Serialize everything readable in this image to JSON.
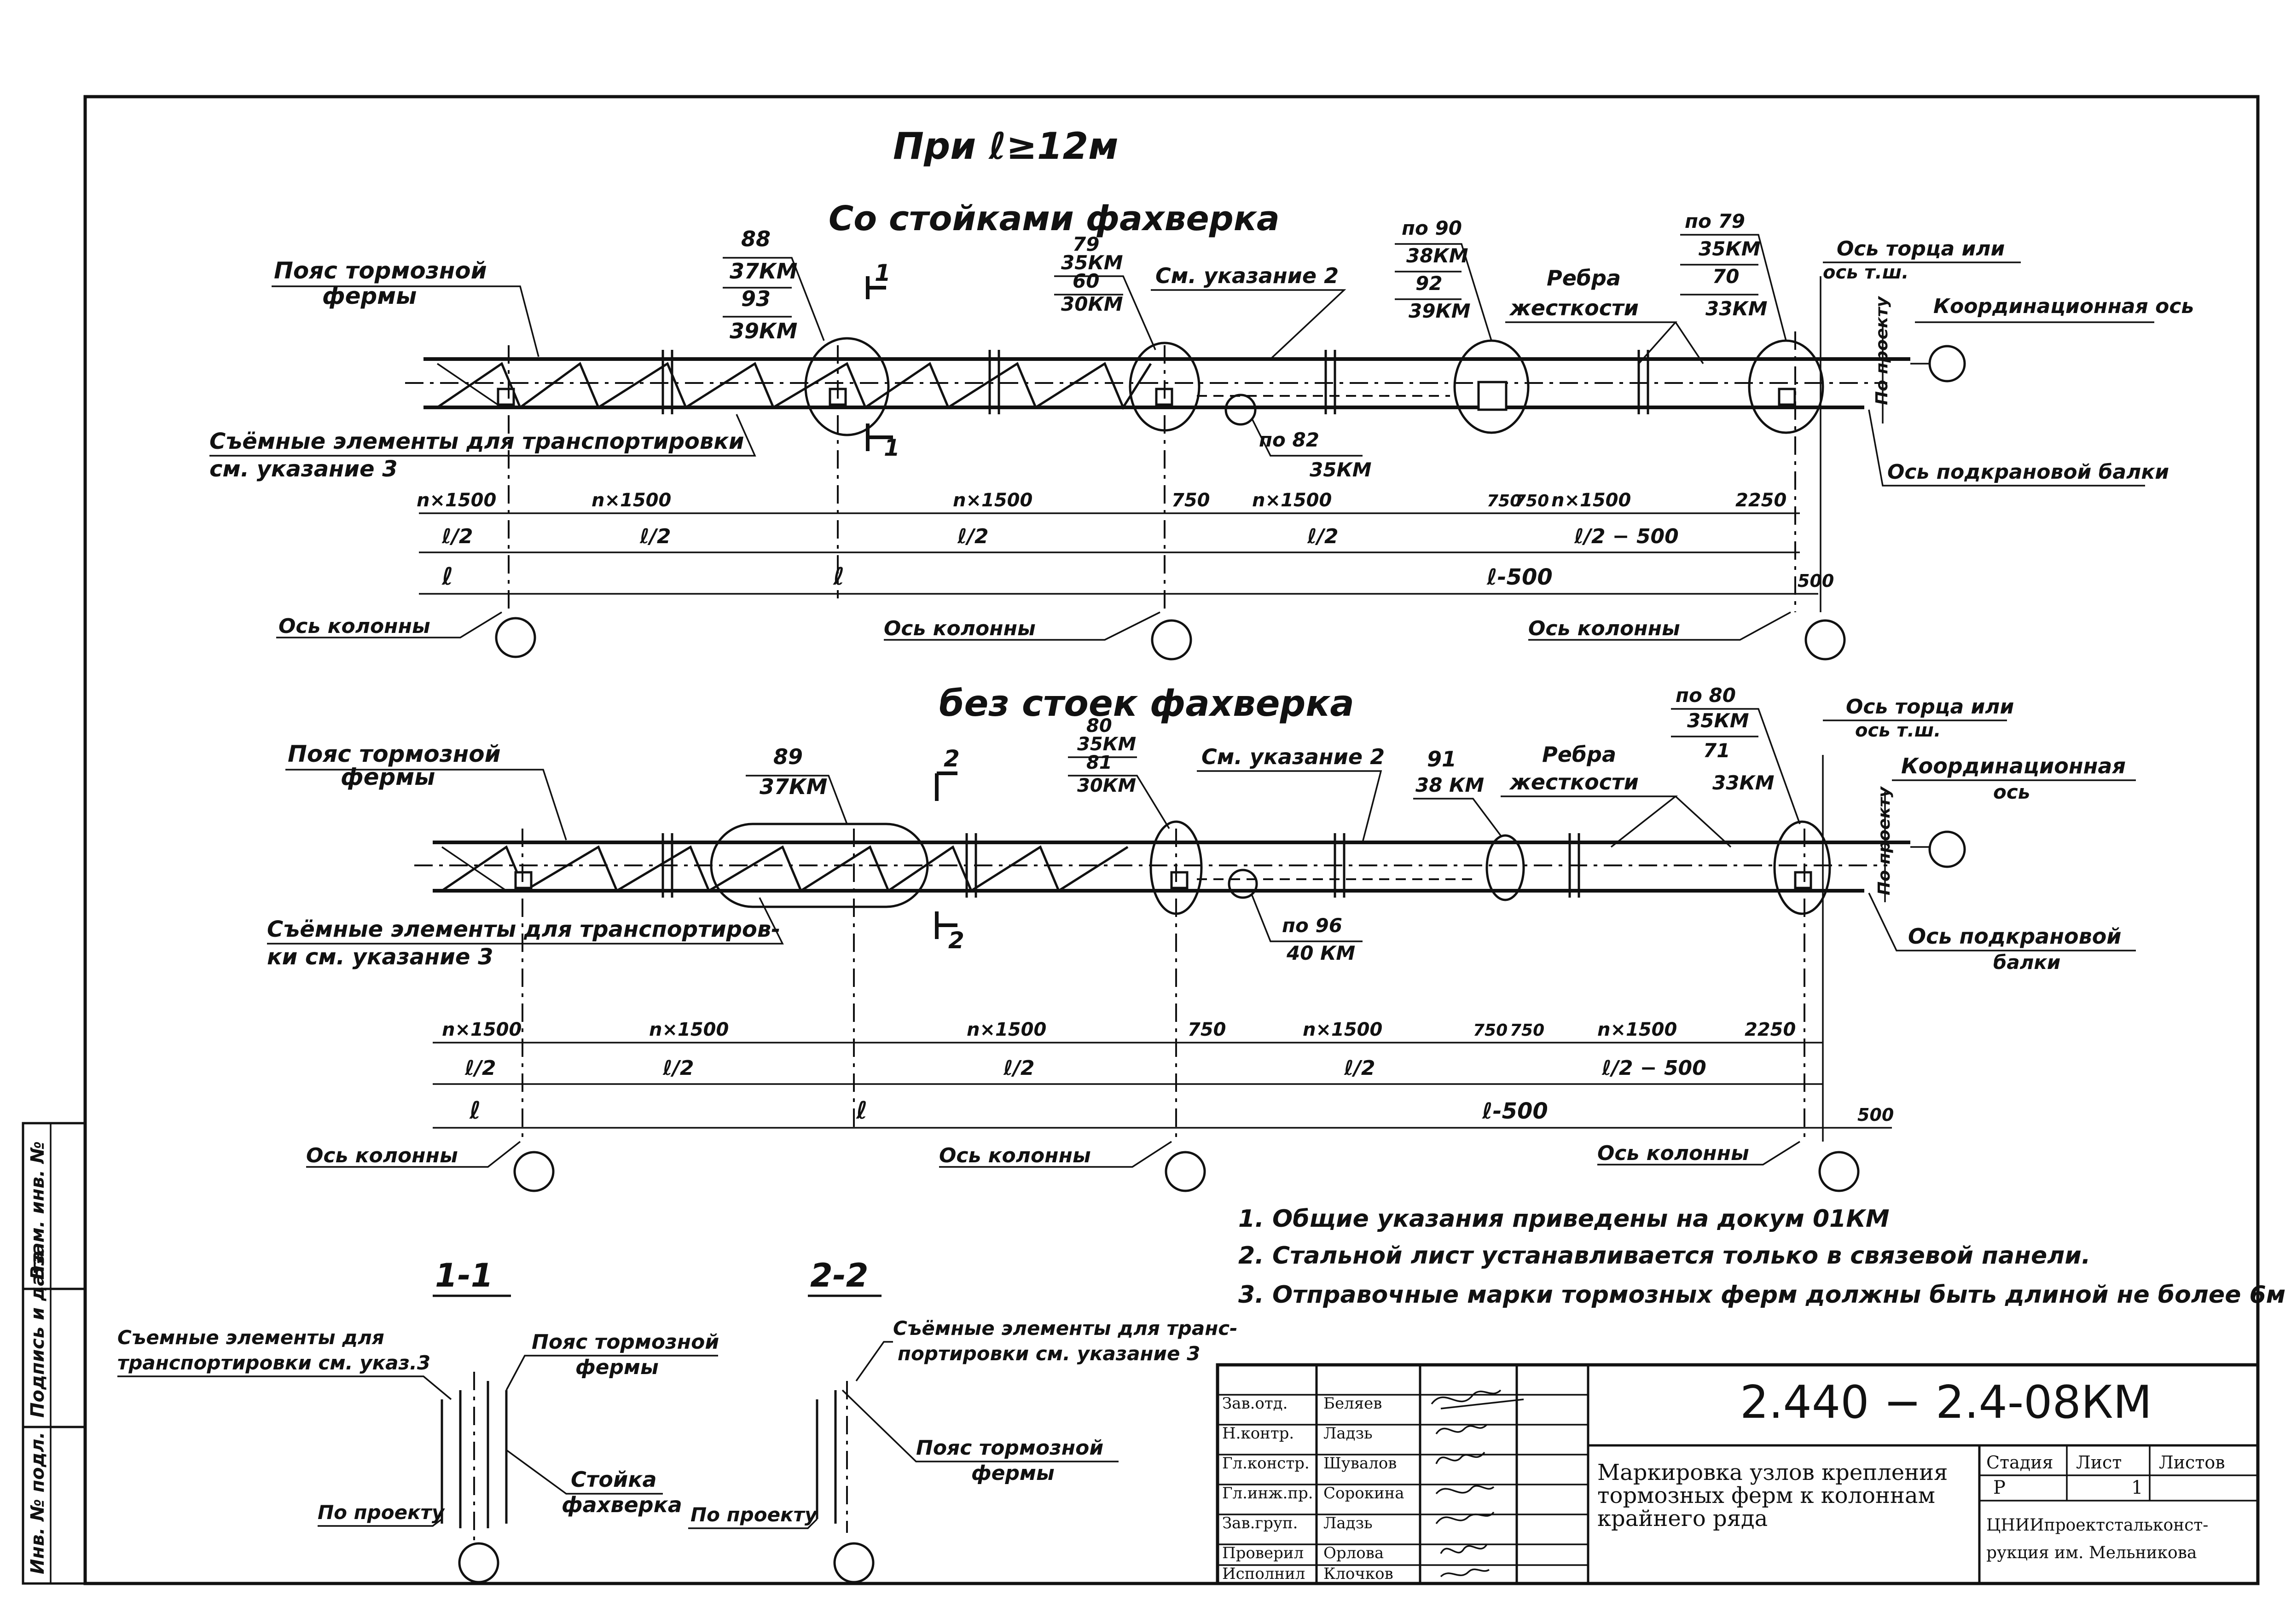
{
  "header": {
    "condition": "При ℓ≥12м"
  },
  "view_top": {
    "title": "Со стойками фахверка",
    "chord_label_line1": "Пояс тормозной",
    "chord_label_line2": "фермы",
    "removable_line1": "Съёмные элементы для транспортировки",
    "removable_line2": "см. указание 3",
    "node_a_1": "88",
    "node_a_2": "37КМ",
    "node_a_3": "93",
    "node_a_4": "39КМ",
    "node_b_1": "79",
    "node_b_2": "35КМ",
    "node_b_3": "60",
    "node_b_4": "30КМ",
    "note2_ref": "См. указание 2",
    "plate_ref_1": "по 82",
    "plate_ref_2": "35КМ",
    "node_c_1": "по 90",
    "node_c_2": "38КМ",
    "node_c_3": "92",
    "node_c_4": "39КМ",
    "stiffeners_1": "Ребра",
    "stiffeners_2": "жесткости",
    "node_d_1": "по 79",
    "node_d_2": "35КМ",
    "node_d_3": "70",
    "node_d_4": "33КМ",
    "end_axis_1": "Ось торца или",
    "end_axis_2": "ось т.ш.",
    "coord_axis": "Координационная ось",
    "by_project": "По проекту",
    "crane_beam_axis": "Ось подкрановой балки",
    "section_mark": "1",
    "column_axis": "Ось колонны",
    "dims_n": [
      "n×1500",
      "n×1500",
      "n×1500",
      "750",
      "n×1500",
      "750",
      "750",
      "n×1500",
      "2250"
    ],
    "dims_half": [
      "ℓ/2",
      "ℓ/2",
      "ℓ/2",
      "ℓ/2",
      "ℓ/2 − 500"
    ],
    "dim_l1": "ℓ",
    "dim_l2": "ℓ",
    "dim_l3": "ℓ-500",
    "dim_500": "500"
  },
  "view_bottom": {
    "title": "без стоек фахверка",
    "chord_label_line1": "Пояс тормозной",
    "chord_label_line2": "фермы",
    "removable_line1": "Съёмные элементы для транспортиров-",
    "removable_line2": "ки см. указание 3",
    "node_a_1": "89",
    "node_a_2": "37КМ",
    "node_b_1": "80",
    "node_b_2": "35КМ",
    "node_b_3": "81",
    "node_b_4": "30КМ",
    "note2_ref": "См. указание 2",
    "plate_ref_1": "по 96",
    "plate_ref_2": "40 КМ",
    "node_c_1": "91",
    "node_c_2": "38 КМ",
    "stiffeners_1": "Ребра",
    "stiffeners_2": "жесткости",
    "node_d_1": "по 80",
    "node_d_2": "35КМ",
    "node_d_3": "71",
    "node_d_4": "33КМ",
    "end_axis_1": "Ось торца или",
    "end_axis_2": "ось т.ш.",
    "coord_axis_1": "Координационная",
    "coord_axis_2": "ось",
    "by_project": "По проекту",
    "crane_beam_1": "Ось подкрановой",
    "crane_beam_2": "балки",
    "section_mark": "2",
    "column_axis": "Ось колонны",
    "dims_n": [
      "n×1500",
      "n×1500",
      "n×1500",
      "750",
      "n×1500",
      "750",
      "750",
      "n×1500",
      "2250"
    ],
    "dims_half": [
      "ℓ/2",
      "ℓ/2",
      "ℓ/2",
      "ℓ/2",
      "ℓ/2 − 500"
    ],
    "dim_l1": "ℓ",
    "dim_l2": "ℓ",
    "dim_l3": "ℓ-500",
    "dim_500": "500"
  },
  "notes": [
    "1. Общие указания приведены на докум 01КМ",
    "2. Стальной лист устанавливается только в связевой панели.",
    "3. Отправочные марки тормозных ферм должны быть длиной не более 6м"
  ],
  "section_1": {
    "title": "1-1",
    "removable_1": "Съемные элементы для",
    "removable_2": "транспортировки см. указ.3",
    "chord_1": "Пояс тормозной",
    "chord_2": "фермы",
    "post_1": "Стойка",
    "post_2": "фахверка",
    "by_project": "По проекту"
  },
  "section_2": {
    "title": "2-2",
    "removable_1": "Съёмные элементы для транс-",
    "removable_2": "портировки см. указание 3",
    "chord_1": "Пояс тормозной",
    "chord_2": "фермы",
    "by_project": "По проекту"
  },
  "side_stamp": {
    "cells": [
      "Инв. № подл.",
      "Подпись и дата",
      "Взам. инв. №"
    ]
  },
  "title_block": {
    "code": "2.440 − 2.4-08КМ",
    "description": [
      "Маркировка узлов крепления",
      "тормозных ферм к колоннам",
      "крайнего ряда"
    ],
    "roles": [
      "Зав.отд.",
      "Н.контр.",
      "Гл.констр.",
      "Гл.инж.пр.",
      "Зав.груп.",
      "Проверил",
      "Исполнил"
    ],
    "names": [
      "Беляев",
      "Ладзь",
      "Шувалов",
      "Сорокина",
      "Ладзь",
      "Орлова",
      "Клочков"
    ],
    "stage_label": "Стадия",
    "sheet_label": "Лист",
    "sheets_label": "Листов",
    "stage_value": "Р",
    "sheet_value": "1",
    "organization": [
      "ЦНИИпроектстальконст-",
      "рукция им. Мельникова"
    ]
  }
}
